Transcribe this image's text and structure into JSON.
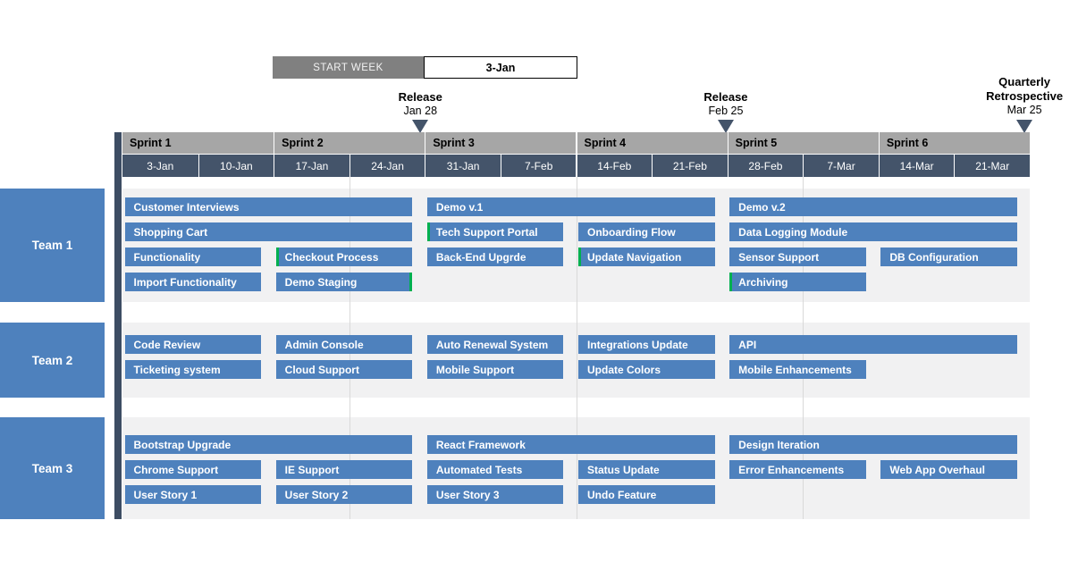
{
  "controls": {
    "start_week_label": "START WEEK",
    "start_week_value": "3-Jan"
  },
  "colors": {
    "bar_blue": "#4e81bd",
    "header_slate": "#44546a",
    "left_strip": "#3d4d63",
    "sprint_gray": "#a6a6a6",
    "control_gray": "#808080",
    "band_gray": "#f1f1f2",
    "gridline": "#d9d9d9",
    "green_marker": "#00b050"
  },
  "chart_data": {
    "type": "gantt",
    "x_axis": {
      "weeks": [
        "3-Jan",
        "10-Jan",
        "17-Jan",
        "24-Jan",
        "31-Jan",
        "7-Feb",
        "14-Feb",
        "21-Feb",
        "28-Feb",
        "7-Mar",
        "14-Mar",
        "21-Mar"
      ],
      "sprints": [
        "Sprint 1",
        "Sprint 2",
        "Sprint 3",
        "Sprint 4",
        "Sprint 5",
        "Sprint 6"
      ]
    },
    "milestones": [
      {
        "label": "Release",
        "date": "Jan 28",
        "week_pos": 3.94
      },
      {
        "label": "Release",
        "date": "Feb 25",
        "week_pos": 7.98
      },
      {
        "label": "Quarterly Retrospective",
        "date": "Mar 25",
        "week_pos": 11.93
      }
    ],
    "teams": [
      {
        "name": "Team 1",
        "tasks": [
          {
            "label": "Customer Interviews",
            "row": 0,
            "start": 0,
            "end": 4
          },
          {
            "label": "Demo v.1",
            "row": 0,
            "start": 4,
            "end": 8
          },
          {
            "label": "Demo v.2",
            "row": 0,
            "start": 8,
            "end": 12
          },
          {
            "label": "Shopping Cart",
            "row": 1,
            "start": 0,
            "end": 4
          },
          {
            "label": "Tech Support Portal",
            "row": 1,
            "start": 4,
            "end": 6,
            "green": "left"
          },
          {
            "label": "Onboarding Flow",
            "row": 1,
            "start": 6,
            "end": 8
          },
          {
            "label": "Data Logging Module",
            "row": 1,
            "start": 8,
            "end": 12
          },
          {
            "label": "Functionality",
            "row": 2,
            "start": 0,
            "end": 2
          },
          {
            "label": "Checkout Process",
            "row": 2,
            "start": 2,
            "end": 4,
            "green": "left"
          },
          {
            "label": "Back-End Upgrde",
            "row": 2,
            "start": 4,
            "end": 6
          },
          {
            "label": "Update Navigation",
            "row": 2,
            "start": 6,
            "end": 8,
            "green": "left"
          },
          {
            "label": "Sensor Support",
            "row": 2,
            "start": 8,
            "end": 10
          },
          {
            "label": "DB Configuration",
            "row": 2,
            "start": 10,
            "end": 12
          },
          {
            "label": "Import Functionality",
            "row": 3,
            "start": 0,
            "end": 2
          },
          {
            "label": "Demo Staging",
            "row": 3,
            "start": 2,
            "end": 4,
            "green": "right"
          },
          {
            "label": "Archiving",
            "row": 3,
            "start": 8,
            "end": 10,
            "green": "left"
          }
        ]
      },
      {
        "name": "Team 2",
        "tasks": [
          {
            "label": "Code Review",
            "row": 0,
            "start": 0,
            "end": 2
          },
          {
            "label": "Admin Console",
            "row": 0,
            "start": 2,
            "end": 4
          },
          {
            "label": "Auto Renewal System",
            "row": 0,
            "start": 4,
            "end": 6
          },
          {
            "label": "Integrations Update",
            "row": 0,
            "start": 6,
            "end": 8
          },
          {
            "label": "API",
            "row": 0,
            "start": 8,
            "end": 12
          },
          {
            "label": "Ticketing system",
            "row": 1,
            "start": 0,
            "end": 2
          },
          {
            "label": "Cloud Support",
            "row": 1,
            "start": 2,
            "end": 4
          },
          {
            "label": "Mobile Support",
            "row": 1,
            "start": 4,
            "end": 6
          },
          {
            "label": "Update Colors",
            "row": 1,
            "start": 6,
            "end": 8
          },
          {
            "label": "Mobile Enhancements",
            "row": 1,
            "start": 8,
            "end": 10
          }
        ]
      },
      {
        "name": "Team 3",
        "tasks": [
          {
            "label": "Bootstrap Upgrade",
            "row": 0,
            "start": 0,
            "end": 4
          },
          {
            "label": "React Framework",
            "row": 0,
            "start": 4,
            "end": 8
          },
          {
            "label": "Design Iteration",
            "row": 0,
            "start": 8,
            "end": 12
          },
          {
            "label": "Chrome Support",
            "row": 1,
            "start": 0,
            "end": 2
          },
          {
            "label": "IE Support",
            "row": 1,
            "start": 2,
            "end": 4
          },
          {
            "label": "Automated Tests",
            "row": 1,
            "start": 4,
            "end": 6
          },
          {
            "label": "Status Update",
            "row": 1,
            "start": 6,
            "end": 8
          },
          {
            "label": "Error Enhancements",
            "row": 1,
            "start": 8,
            "end": 10
          },
          {
            "label": "Web App Overhaul",
            "row": 1,
            "start": 10,
            "end": 12
          },
          {
            "label": "User Story 1",
            "row": 2,
            "start": 0,
            "end": 2
          },
          {
            "label": "User Story 2",
            "row": 2,
            "start": 2,
            "end": 4
          },
          {
            "label": "User Story 3",
            "row": 2,
            "start": 4,
            "end": 6
          },
          {
            "label": "Undo Feature",
            "row": 2,
            "start": 6,
            "end": 8
          }
        ]
      }
    ]
  }
}
